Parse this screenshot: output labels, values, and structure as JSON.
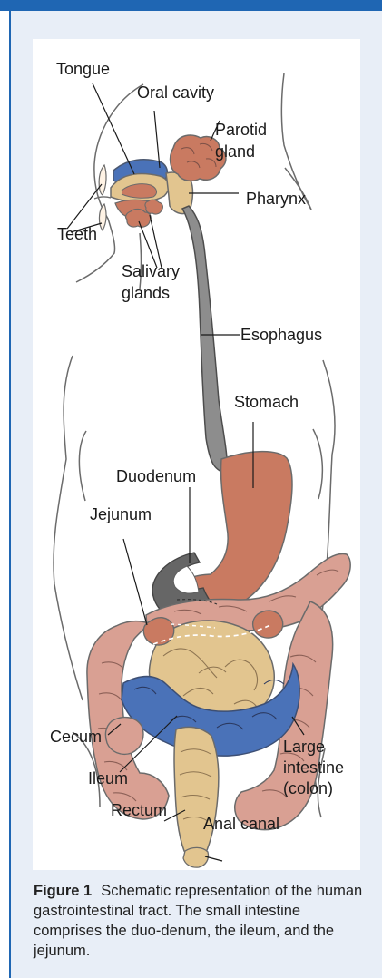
{
  "figure": {
    "labels": {
      "tongue": "Tongue",
      "oral_cavity": "Oral cavity",
      "parotid_gland_line1": "Parotid",
      "parotid_gland_line2": "gland",
      "pharynx": "Pharynx",
      "teeth": "Teeth",
      "salivary_glands_line1": "Salivary",
      "salivary_glands_line2": "glands",
      "esophagus": "Esophagus",
      "stomach": "Stomach",
      "duodenum": "Duodenum",
      "jejunum": "Jejunum",
      "cecum": "Cecum",
      "large_intestine_line1": "Large",
      "large_intestine_line2": "intestine",
      "large_intestine_line3": "(colon)",
      "ileum": "Ileum",
      "rectum": "Rectum",
      "anal_canal": "Anal canal"
    },
    "colors": {
      "frame_blue": "#1f66b3",
      "panel_bg": "#e8eef7",
      "tongue_blue": "#4a72b8",
      "tan": "#e2c58f",
      "stomach": "#c97a61",
      "colon": "#d9a093",
      "esophagus": "#8d8d8d",
      "outline": "#6b6b6b"
    }
  },
  "caption": {
    "title": "Figure 1",
    "text": "Schematic representation of the human gastrointestinal tract. The small intestine comprises the duo-denum, the ileum, and the jejunum."
  }
}
